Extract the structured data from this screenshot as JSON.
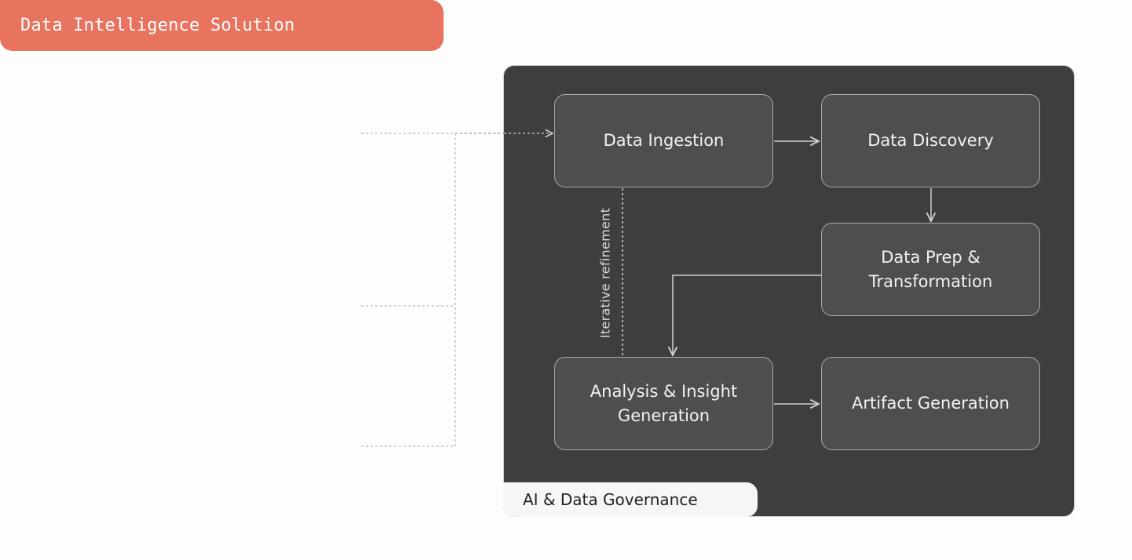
{
  "header": {
    "title": "Data Intelligence Solution"
  },
  "nodes": {
    "data_ingestion": "Data Ingestion",
    "data_discovery": "Data Discovery",
    "data_prep": "Data Prep & Transformation",
    "analysis": "Analysis & Insight Generation",
    "artifact": "Artifact Generation"
  },
  "iterative_label": "Iterative refinement",
  "governance_label": "AI & Data Governance",
  "colors": {
    "accent": "#e8735f",
    "panel_bg": "#3e3e3e",
    "node_bg": "#4e4e4e",
    "connector_light": "#c8c8c8"
  }
}
